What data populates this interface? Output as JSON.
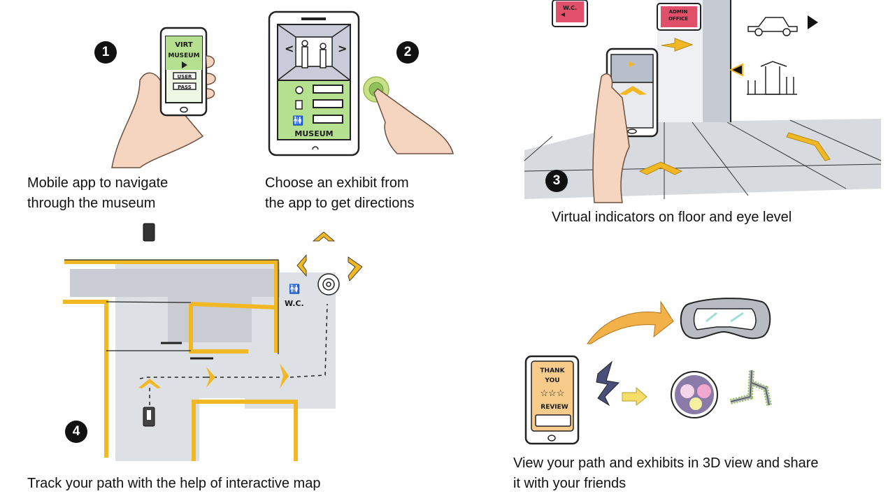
{
  "steps": [
    {
      "number": "1",
      "caption_line1": "Mobile app to navigate",
      "caption_line2": "through the museum",
      "phone_screen": {
        "title_line1": "VIRT",
        "title_line2": "MUSEUM",
        "field1": "USER",
        "field2": "PASS"
      }
    },
    {
      "number": "2",
      "caption_line1": "Choose an exhibit from",
      "caption_line2": "the app to get directions",
      "phone_screen": {
        "footer": "MUSEUM"
      }
    },
    {
      "number": "3",
      "caption_line1": "Virtual indicators on floor and eye level",
      "signs": {
        "wc": "W.C.",
        "admin_line1": "ADMIN",
        "admin_line2": "OFFICE"
      }
    },
    {
      "number": "4",
      "caption_line1": "Track your path with the help of interactive map",
      "map_label": "W.C."
    },
    {
      "number": "",
      "caption_line1": "View your path and exhibits in 3D view and share",
      "caption_line2": "it with your friends",
      "phone_screen": {
        "line1": "THANK",
        "line2": "YOU",
        "line3": "REVIEW"
      }
    }
  ],
  "colors": {
    "accent_yellow": "#f2b824",
    "screen_green": "#b5e08f",
    "sign_red": "#e0506a",
    "floor_gray": "#d7dbe0",
    "skin": "#f5d5bf",
    "review_orange": "#f7cc8a",
    "vr_teal": "#9ee0d5",
    "group_purple": "#8a7aa8"
  }
}
